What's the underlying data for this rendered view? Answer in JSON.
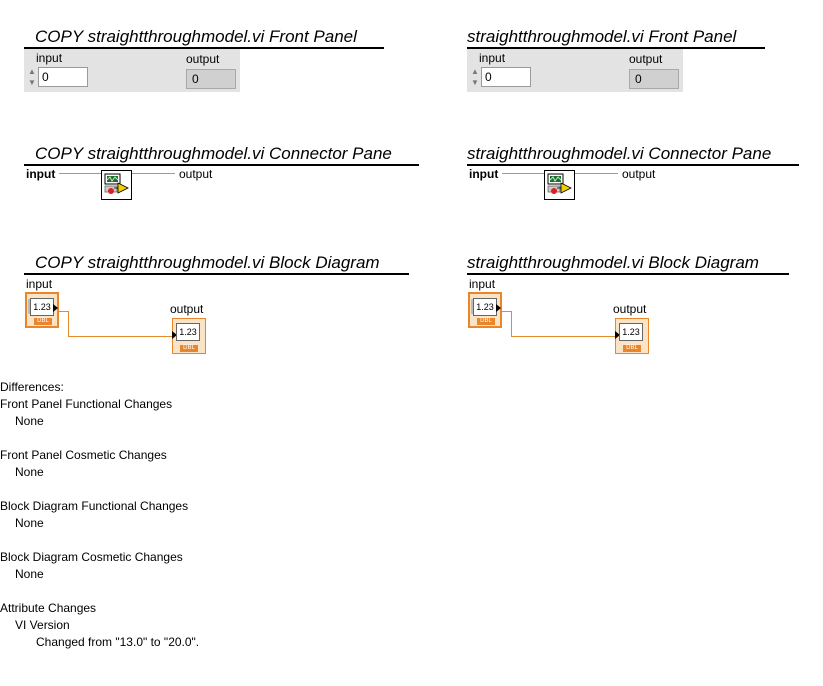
{
  "left": {
    "front_panel_title": "COPY  straightthroughmodel.vi Front Panel",
    "connector_pane_title": "COPY  straightthroughmodel.vi Connector Pane",
    "block_diagram_title": "COPY  straightthroughmodel.vi Block Diagram",
    "fp": {
      "input_label": "input",
      "input_value": "0",
      "output_label": "output",
      "output_value": "0"
    },
    "cp": {
      "input_label": "input",
      "output_label": "output"
    },
    "bd": {
      "input_label": "input",
      "output_label": "output",
      "input_terminal_text": "1.23",
      "output_terminal_text": "1.23",
      "type_badge": "DBL"
    }
  },
  "right": {
    "front_panel_title": "straightthroughmodel.vi Front Panel",
    "connector_pane_title": "straightthroughmodel.vi Connector Pane",
    "block_diagram_title": "straightthroughmodel.vi Block Diagram",
    "fp": {
      "input_label": "input",
      "input_value": "0",
      "output_label": "output",
      "output_value": "0"
    },
    "cp": {
      "input_label": "input",
      "output_label": "output"
    },
    "bd": {
      "input_label": "input",
      "output_label": "output",
      "input_terminal_text": "1.23",
      "output_terminal_text": "1.23",
      "type_badge": "DBL"
    }
  },
  "differences": {
    "heading": "Differences:",
    "sections": [
      {
        "title": "Front Panel Functional Changes",
        "value": "None"
      },
      {
        "title": "Front Panel Cosmetic Changes",
        "value": "None"
      },
      {
        "title": "Block Diagram Functional Changes",
        "value": "None"
      },
      {
        "title": "Block Diagram Cosmetic Changes",
        "value": "None"
      }
    ],
    "attribute": {
      "title": "Attribute Changes",
      "item": "VI Version",
      "detail": "Changed from \"13.0\" to \"20.0\"."
    }
  },
  "colors": {
    "wire": "#e58c2a",
    "panel_bg": "#e3e3e3",
    "terminal_border": "#e9852b"
  },
  "icons": {
    "stepper": "up-down-arrows-icon",
    "vi_icon": "vi-connector-icon"
  }
}
